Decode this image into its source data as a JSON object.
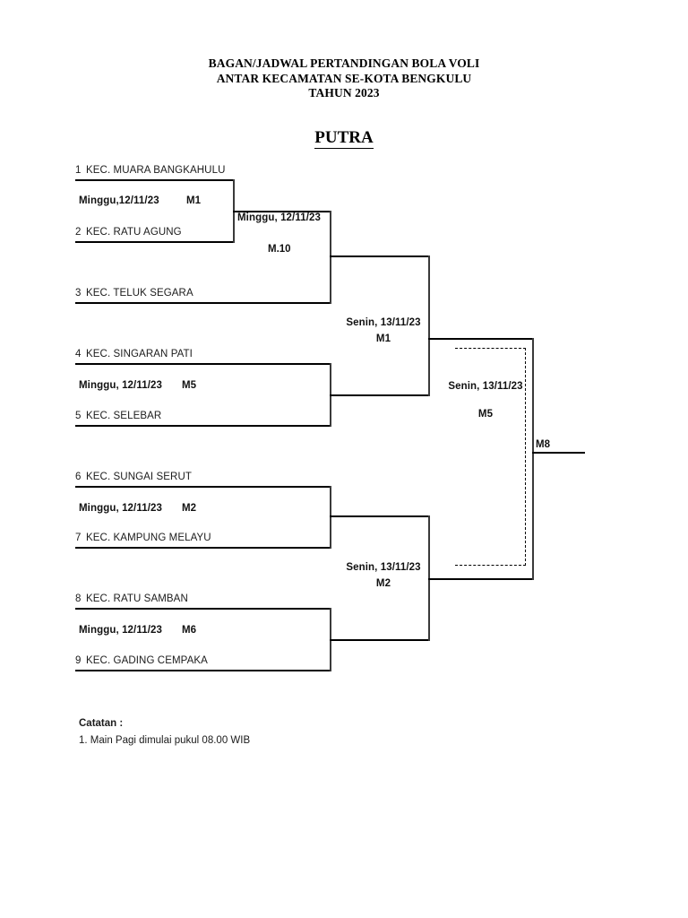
{
  "document": {
    "title_lines": [
      "BAGAN/JADWAL PERTANDINGAN BOLA VOLI",
      "ANTAR KECAMATAN SE-KOTA BENGKULU",
      "TAHUN 2023"
    ],
    "category": "PUTRA"
  },
  "seeds": [
    {
      "number": "1",
      "name": "KEC. MUARA BANGKAHULU"
    },
    {
      "number": "2",
      "name": "KEC. RATU AGUNG"
    },
    {
      "number": "3",
      "name": "KEC. TELUK SEGARA"
    },
    {
      "number": "4",
      "name": "KEC. SINGARAN PATI"
    },
    {
      "number": "5",
      "name": "KEC. SELEBAR"
    },
    {
      "number": "6",
      "name": "KEC. SUNGAI SERUT"
    },
    {
      "number": "7",
      "name": "KEC. KAMPUNG MELAYU"
    },
    {
      "number": "8",
      "name": "KEC. RATU SAMBAN"
    },
    {
      "number": "9",
      "name": "KEC. GADING CEMPAKA"
    }
  ],
  "matches": {
    "r1_m1": {
      "date": "Minggu,12/11/23",
      "code": "M1"
    },
    "r1_m5": {
      "date": "Minggu, 12/11/23",
      "code": "M5"
    },
    "r1_m2": {
      "date": "Minggu, 12/11/23",
      "code": "M2"
    },
    "r1_m6": {
      "date": "Minggu, 12/11/23",
      "code": "M6"
    },
    "r2_m10": {
      "date": "Minggu, 12/11/23",
      "code": "M.10"
    },
    "sf_m1": {
      "date": "Senin, 13/11/23",
      "code": "M1"
    },
    "sf_m2": {
      "date": "Senin, 13/11/23",
      "code": "M2"
    },
    "final": {
      "date": "Senin, 13/11/23",
      "code": "M5"
    },
    "champion": {
      "code": "M8"
    }
  },
  "notes": {
    "title": "Catatan :",
    "items": [
      "1. Main Pagi dimulai pukul 08.00 WIB"
    ]
  },
  "colors": {
    "line": "#000000",
    "text": "#1b1b1b",
    "background": "#ffffff"
  }
}
